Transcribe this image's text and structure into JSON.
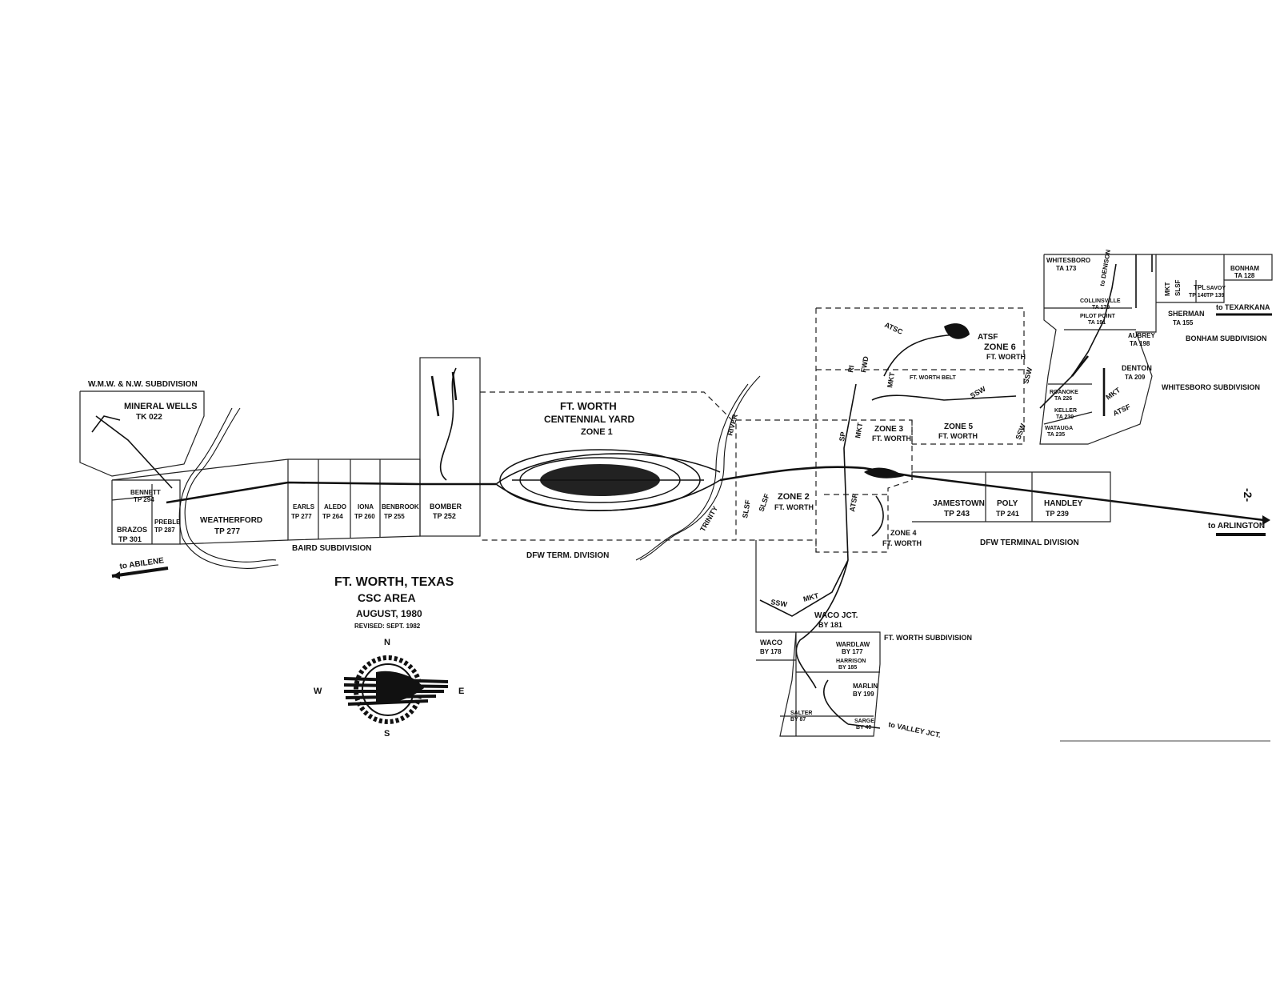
{
  "title": "FT. WORTH, TEXAS",
  "subtitle": "CSC AREA",
  "date": "AUGUST, 1980",
  "revised": "REVISED: SEPT. 1982",
  "page_number": "-2-",
  "compass": {
    "n": "N",
    "s": "S",
    "e": "E",
    "w": "W"
  },
  "directions": {
    "abilene": "to ABILENE",
    "arlington": "to ARLINGTON",
    "texarkana": "to TEXARKANA",
    "denison": "to DENISON",
    "valley_jct": "to VALLEY JCT."
  },
  "subdivisions": {
    "wmw": "W.M.W. & N.W. SUBDIVISION",
    "baird": "BAIRD SUBDIVISION",
    "dfw_term": "DFW TERM. DIVISION",
    "dfw_terminal": "DFW TERMINAL DIVISION",
    "ftworth_sub": "FT. WORTH SUBDIVISION",
    "bonham_sub": "BONHAM SUBDIVISION",
    "whitesboro_sub": "WHITESBORO SUBDIVISION"
  },
  "yard": {
    "line1": "FT. WORTH",
    "line2": "CENTENNIAL YARD",
    "line3": "ZONE 1"
  },
  "rivers": {
    "trinity": "TRINITY",
    "river": "RIVER"
  },
  "railroads": [
    "ATSF",
    "SLSF",
    "MKT",
    "SSW",
    "RI",
    "FWD",
    "SP",
    "ATSC"
  ],
  "zones": [
    {
      "name": "ZONE 2",
      "city": "FT. WORTH"
    },
    {
      "name": "ZONE 3",
      "city": "FT. WORTH"
    },
    {
      "name": "ZONE 4",
      "city": "FT. WORTH"
    },
    {
      "name": "ZONE 5",
      "city": "FT. WORTH"
    },
    {
      "name": "ZONE 6",
      "city": "FT. WORTH"
    }
  ],
  "belt": "FT. WORTH BELT",
  "stations": {
    "mineral_wells": {
      "name": "MINERAL WELLS",
      "code": "TK 022"
    },
    "bennett": {
      "name": "BENNETT",
      "code": "TP 294"
    },
    "brazos": {
      "name": "BRAZOS",
      "code": "TP 301"
    },
    "preble": {
      "name": "PREBLE",
      "code": "TP 287"
    },
    "weatherford": {
      "name": "WEATHERFORD",
      "code": "TP 277"
    },
    "earls": {
      "name": "EARLS",
      "code": "TP 277"
    },
    "aledo": {
      "name": "ALEDO",
      "code": "TP 264"
    },
    "iona": {
      "name": "IONA",
      "code": "TP 260"
    },
    "benbrook": {
      "name": "BENBROOK",
      "code": "TP 255"
    },
    "bomber": {
      "name": "BOMBER",
      "code": "TP 252"
    },
    "jamestown": {
      "name": "JAMESTOWN",
      "code": "TP 243"
    },
    "poly": {
      "name": "POLY",
      "code": "TP 241"
    },
    "handley": {
      "name": "HANDLEY",
      "code": "TP 239"
    },
    "waco_jct": {
      "name": "WACO JCT.",
      "code": "BY 181"
    },
    "waco": {
      "name": "WACO",
      "code": "BY 178"
    },
    "wardlaw": {
      "name": "WARDLAW",
      "code": "BY 177"
    },
    "harrison": {
      "name": "HARRISON",
      "code": "BY 185"
    },
    "marlin": {
      "name": "MARLIN",
      "code": "BY 199"
    },
    "salter": {
      "name": "SALTER",
      "code": "BY 87"
    },
    "sarge": {
      "name": "SARGE",
      "code": "BY 40"
    },
    "whitesboro": {
      "name": "WHITESBORO",
      "code": "TA 173"
    },
    "collinsville": {
      "name": "COLLINSVILLE",
      "code": "TA 179"
    },
    "pilot_point": {
      "name": "PILOT POINT",
      "code": "TA 191"
    },
    "aubrey": {
      "name": "AUBREY",
      "code": "TA 198"
    },
    "denton": {
      "name": "DENTON",
      "code": "TA 209"
    },
    "roanoke": {
      "name": "ROANOKE",
      "code": "TA 226"
    },
    "keller": {
      "name": "KELLER",
      "code": "TA 230"
    },
    "watauga": {
      "name": "WATAUGA",
      "code": "TA 235"
    },
    "sherman": {
      "name": "SHERMAN",
      "code": "TA 155"
    },
    "tpl": {
      "name": "TPL",
      "code": "TP 140"
    },
    "savoy": {
      "name": "SAVOY",
      "code": "TP 139"
    },
    "bonham": {
      "name": "BONHAM",
      "code": "TA 128"
    }
  }
}
